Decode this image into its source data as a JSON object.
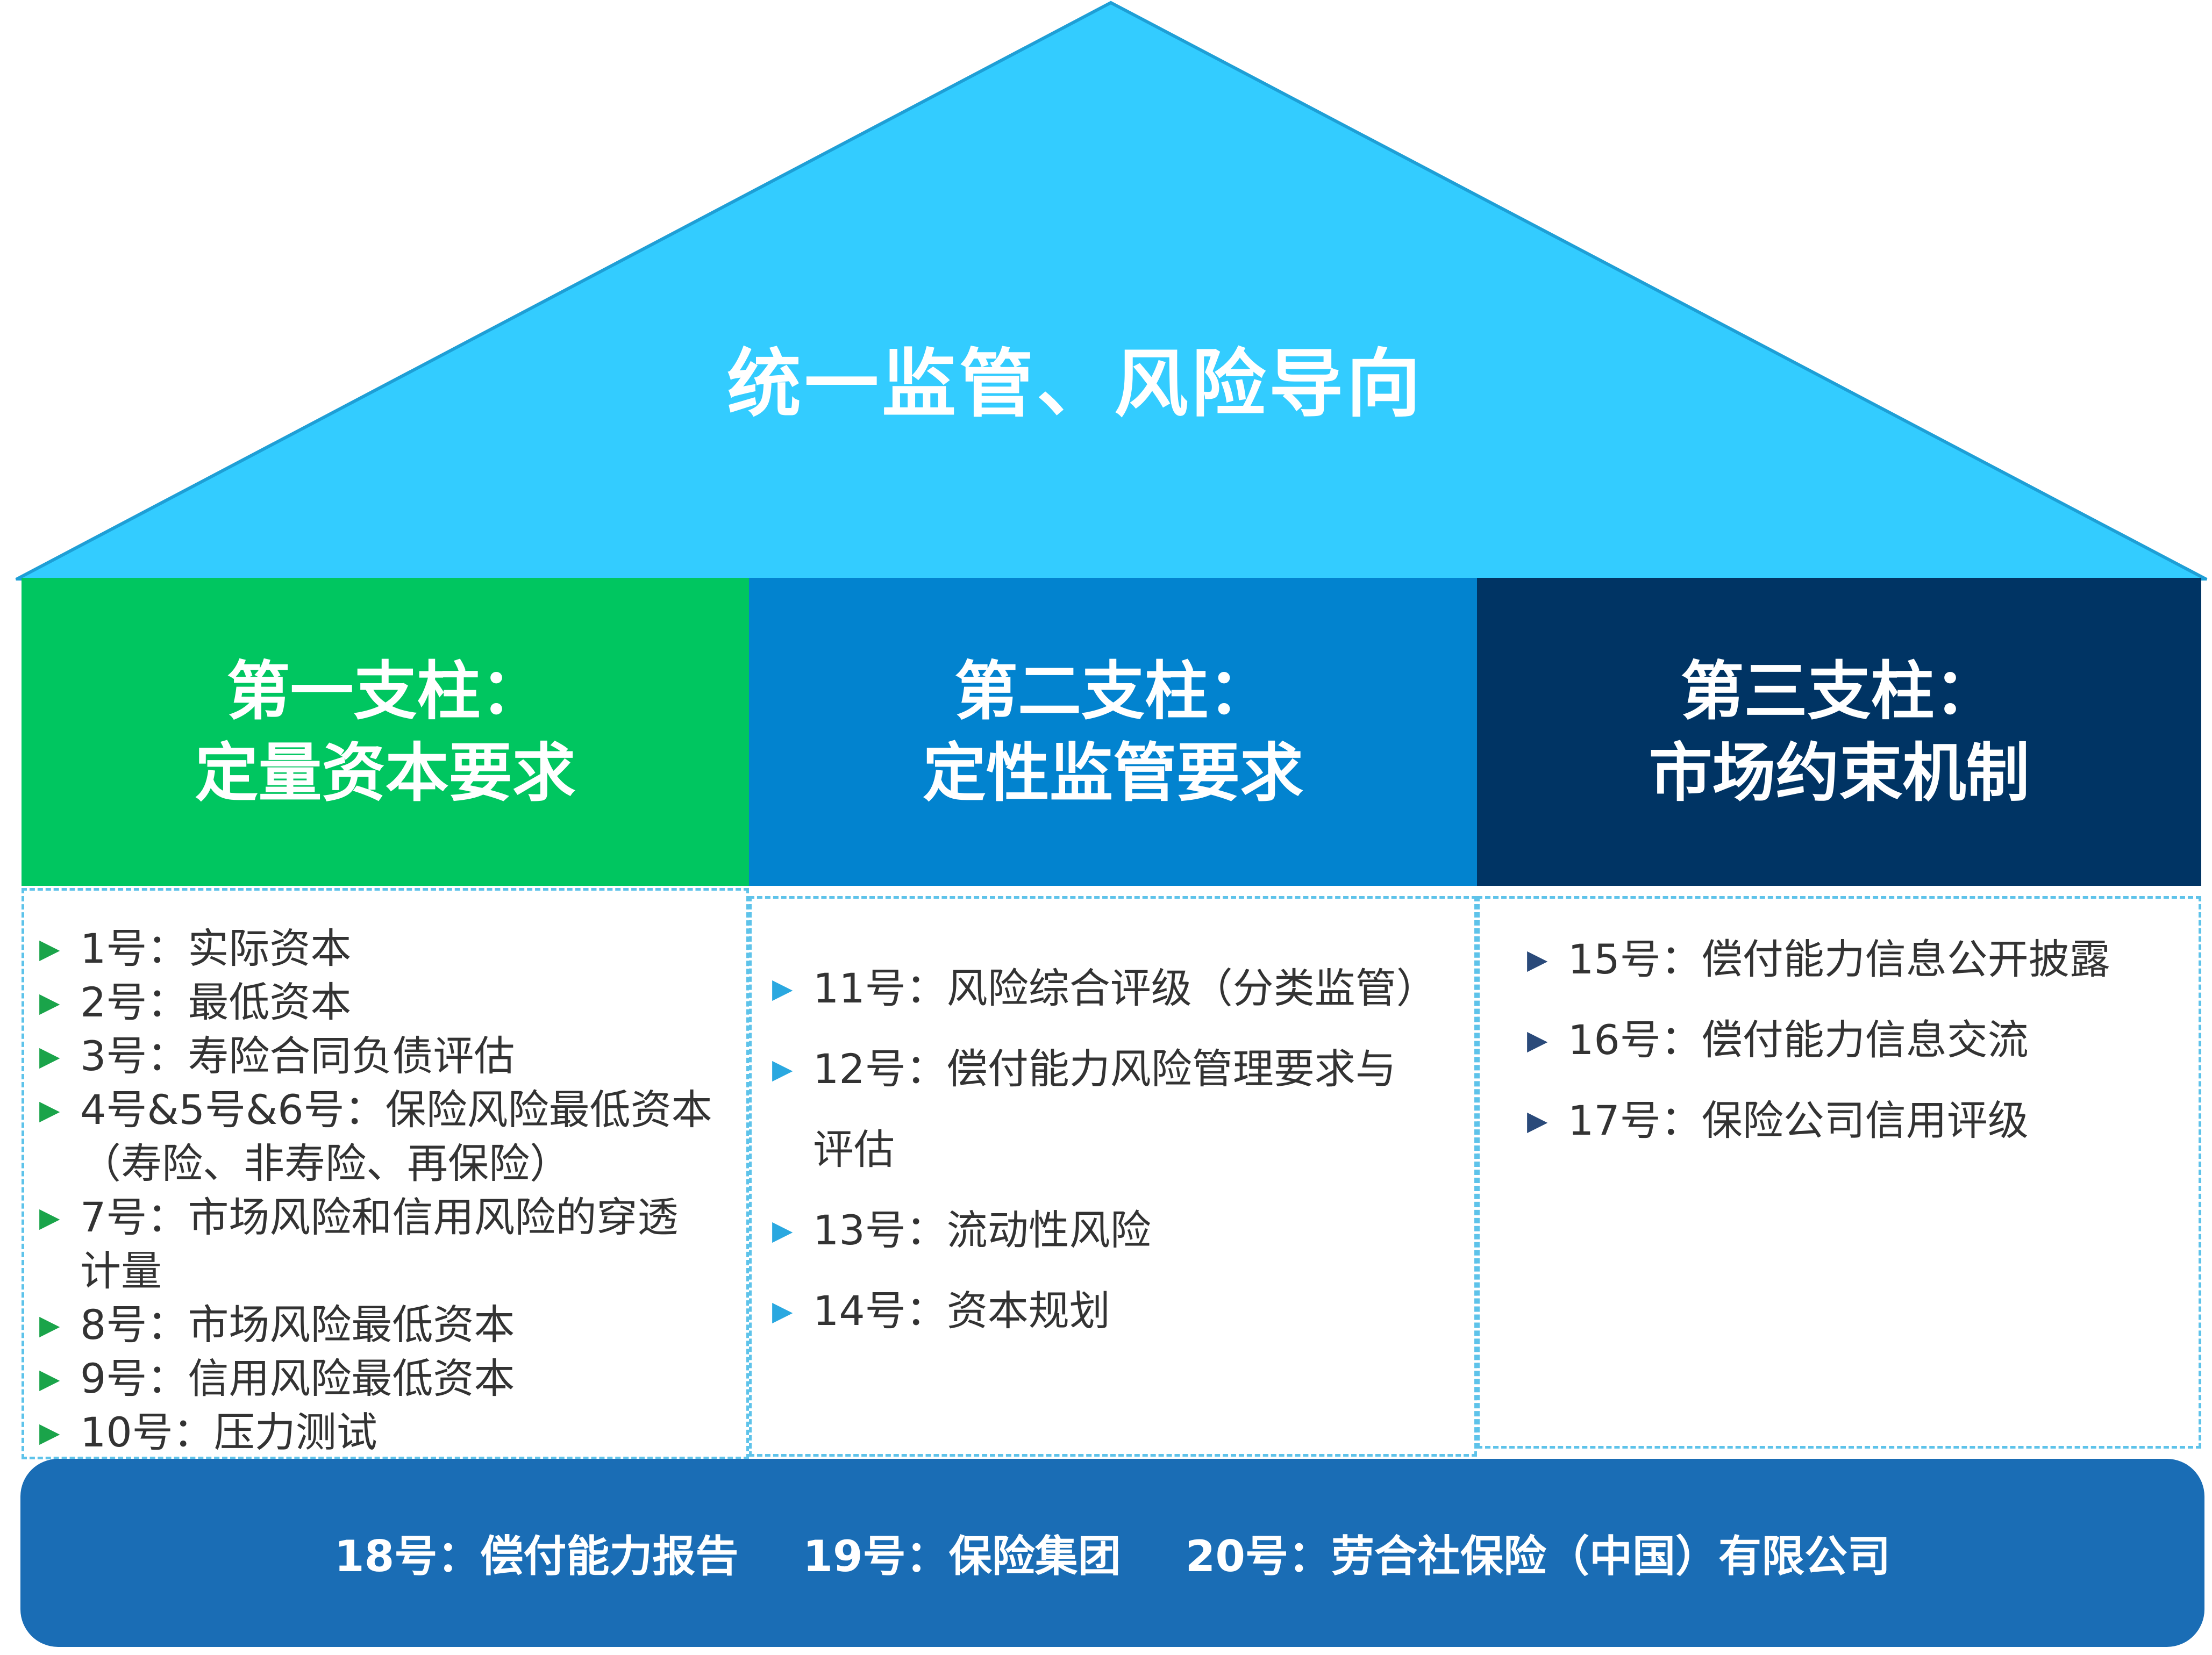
{
  "roof": {
    "title": "统一监管、风险导向",
    "color": "#33ccff"
  },
  "pillars": [
    {
      "line1": "第一支柱：",
      "line2": "定量资本要求",
      "color": "#00c660"
    },
    {
      "line1": "第二支柱：",
      "line2": "定性监管要求",
      "color": "#0283cf"
    },
    {
      "line1": "第三支柱：",
      "line2": "市场约束机制",
      "color": "#003464"
    }
  ],
  "columns": [
    {
      "items": [
        "1号：实际资本",
        "2号：最低资本",
        "3号：寿险合同负债评估",
        "4号&5号&6号：保险风险最低资本（寿险、非寿险、再保险）",
        "7号：市场风险和信用风险的穿透计量",
        "8号：市场风险最低资本",
        "9号：信用风险最低资本",
        "10号：压力测试"
      ]
    },
    {
      "items": [
        "11号：风险综合评级（分类监管）",
        "12号：偿付能力风险管理要求与评估",
        "13号：流动性风险",
        "14号：资本规划"
      ]
    },
    {
      "items": [
        "15号：偿付能力信息公开披露",
        "16号：偿付能力信息交流",
        "17号：保险公司信用评级"
      ]
    }
  ],
  "base": {
    "items": [
      "18号：偿付能力报告",
      "19号：保险集团",
      "20号：劳合社保险（中国）有限公司"
    ],
    "color": "#1a6db5"
  },
  "icons": {
    "bullet": "▶"
  }
}
